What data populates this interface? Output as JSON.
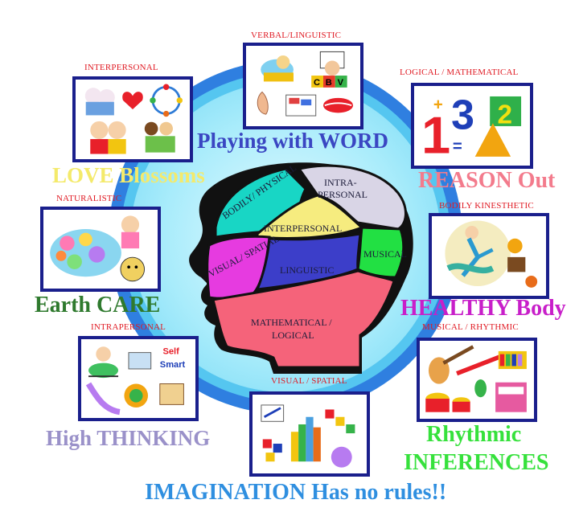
{
  "diagram": {
    "center_regions": [
      {
        "id": "bodily",
        "label": "BODILY/ PHYSICAL",
        "color": "#18d6c5"
      },
      {
        "id": "intra",
        "label": "INTRA- PERSONAL",
        "color": "#d9d5e6"
      },
      {
        "id": "inter",
        "label": "INTERPERSONAL",
        "color": "#f6ec7f"
      },
      {
        "id": "musical",
        "label": "MUSICAL",
        "color": "#22e043"
      },
      {
        "id": "visual",
        "label": "VISUAL/ SPATIAL",
        "color": "#e63be0"
      },
      {
        "id": "linguistic",
        "label": "LINGUISTIC",
        "color": "#3c3ec9"
      },
      {
        "id": "math",
        "label": "MATHEMATICAL / LOGICAL",
        "color": "#f5637a"
      }
    ],
    "panels": [
      {
        "id": "verbal",
        "caption": "VERBAL/LINGUISTIC",
        "slogan": "Playing with WORD",
        "slogan_color": "#3a46c2"
      },
      {
        "id": "interpersonal",
        "caption": "INTERPERSONAL",
        "slogan": "LOVE Blossoms",
        "slogan_color": "#f4ea6b"
      },
      {
        "id": "logical",
        "caption": "LOGICAL / MATHEMATICAL",
        "slogan": "REASON Out",
        "slogan_color": "#f37b8c"
      },
      {
        "id": "naturalistic",
        "caption": "NATURALISTIC",
        "slogan": "Earth CARE",
        "slogan_color": "#2f7a2e"
      },
      {
        "id": "bodily",
        "caption": "BODILY KINESTHETIC",
        "slogan": "HEALTHY Body",
        "slogan_color": "#c81fc9"
      },
      {
        "id": "intrapersonal",
        "caption": "INTRAPERSONAL",
        "slogan": "High THINKING",
        "slogan_color": "#9a91c9"
      },
      {
        "id": "musical",
        "caption": "MUSICAL / RHYTHMIC",
        "slogan_line1": "Rhythmic",
        "slogan_line2": "INFERENCES",
        "slogan_color": "#36e13c"
      },
      {
        "id": "visual",
        "caption": "VISUAL / SPATIAL",
        "slogan": "IMAGINATION Has no rules!!",
        "slogan_color": "#2f8fe0"
      }
    ],
    "math_digits": {
      "a": "1",
      "b": "3",
      "c": "2",
      "plus": "+",
      "eq": "="
    },
    "letter_blocks": [
      "C",
      "B",
      "V"
    ],
    "smart_note": {
      "line1": "Self",
      "line2": "Smart"
    },
    "colors": {
      "frame": "#1a1f8c",
      "caption": "#e01b24",
      "ring_outer": "#3b8fe6",
      "ring_inner": "#8fe3f7"
    }
  }
}
